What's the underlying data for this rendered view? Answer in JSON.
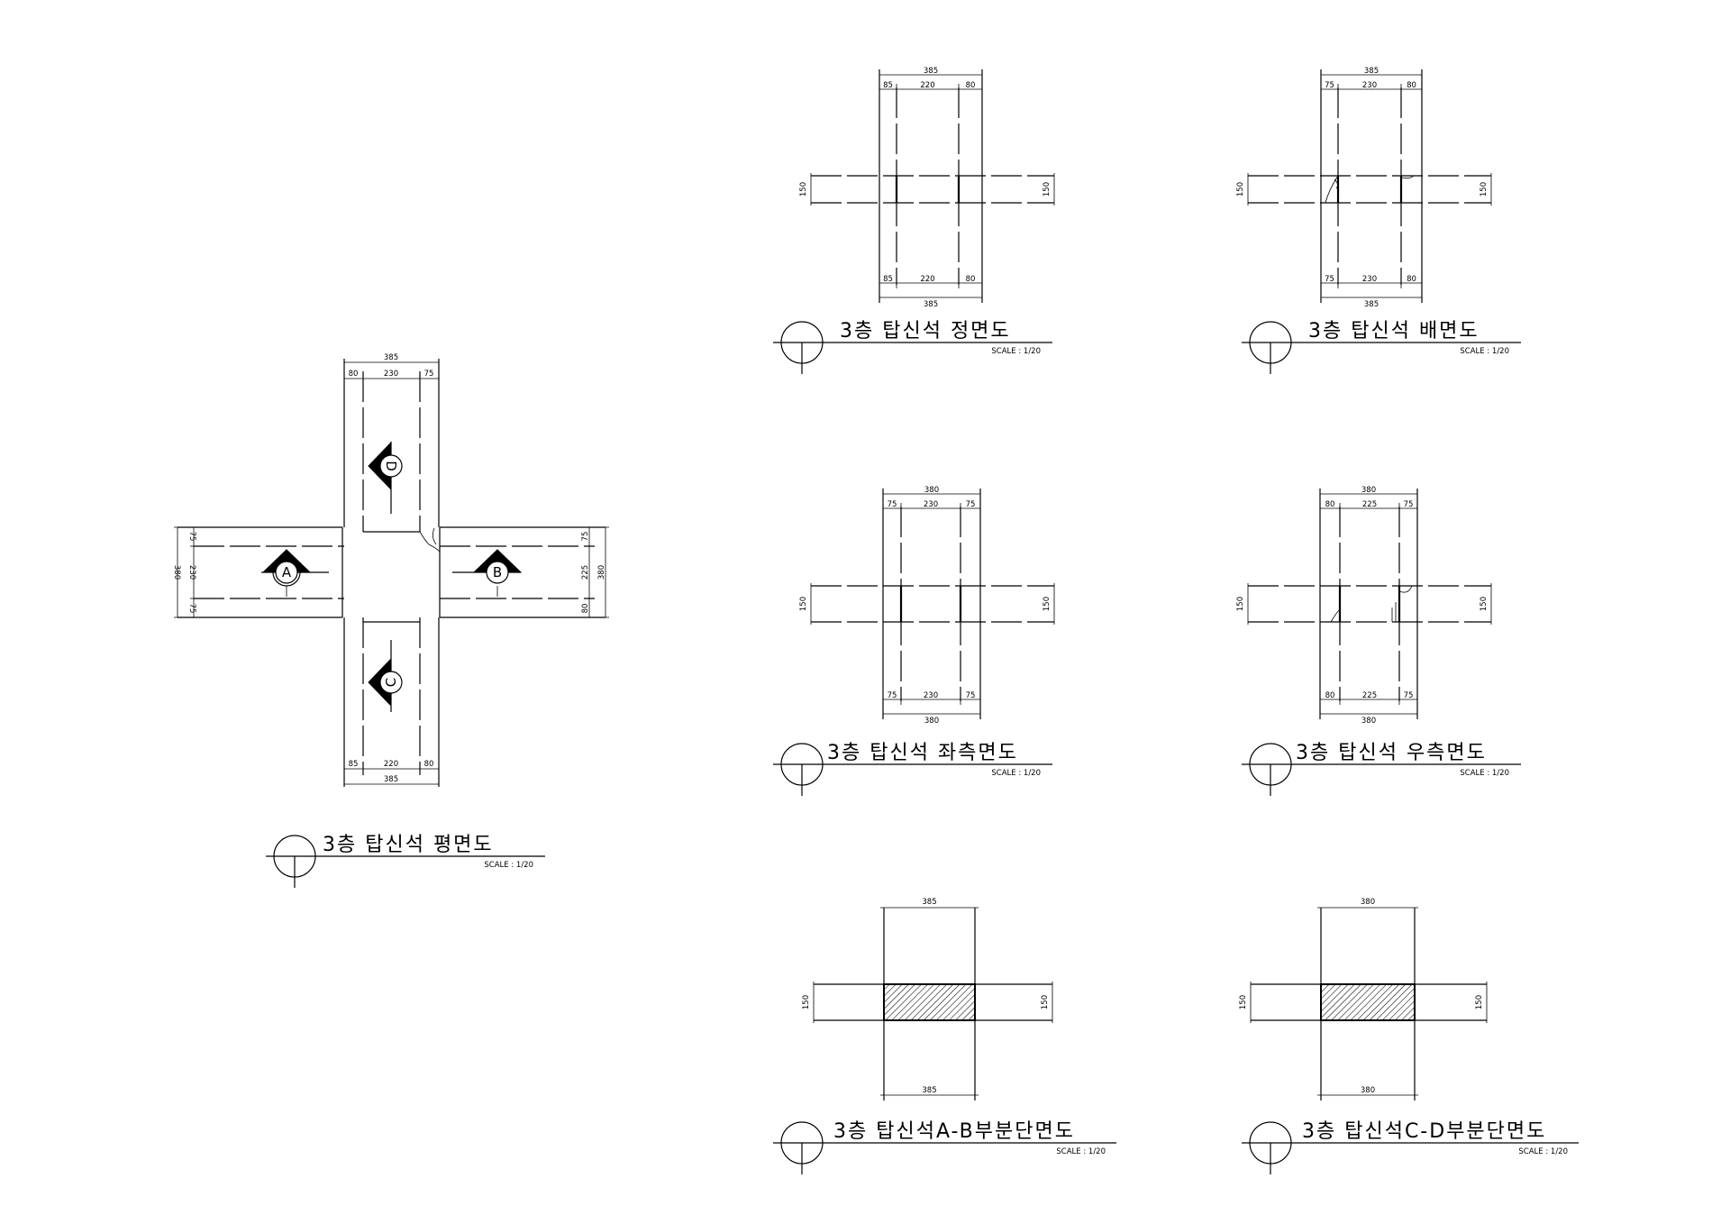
{
  "plan": {
    "title": "3층 탑신석 평면도",
    "scale": "SCALE : 1/20",
    "dims_top": [
      "385",
      "80",
      "230",
      "75"
    ],
    "dims_bottom": [
      "85",
      "220",
      "80",
      "385"
    ],
    "dims_left": [
      "380",
      "75",
      "230",
      "75"
    ],
    "dims_right": [
      "75",
      "225",
      "80",
      "380"
    ],
    "markers": [
      "A",
      "B",
      "C",
      "D"
    ]
  },
  "views": [
    {
      "title": "3층 탑신석 정면도",
      "scale": "SCALE : 1/20",
      "top_total": "385",
      "top_parts": [
        "85",
        "220",
        "80"
      ],
      "bottom_parts": [
        "85",
        "220",
        "80"
      ],
      "bottom_total": "385",
      "height_left": "150",
      "height_right": "150"
    },
    {
      "title": "3층 탑신석 배면도",
      "scale": "SCALE : 1/20",
      "top_total": "385",
      "top_parts": [
        "75",
        "230",
        "80"
      ],
      "bottom_parts": [
        "75",
        "230",
        "80"
      ],
      "bottom_total": "385",
      "height_left": "150",
      "height_right": "150"
    },
    {
      "title": "3층 탑신석 좌측면도",
      "scale": "SCALE : 1/20",
      "top_total": "380",
      "top_parts": [
        "75",
        "230",
        "75"
      ],
      "bottom_parts": [
        "75",
        "230",
        "75"
      ],
      "bottom_total": "380",
      "height_left": "150",
      "height_right": "150"
    },
    {
      "title": "3층 탑신석 우측면도",
      "scale": "SCALE : 1/20",
      "top_total": "380",
      "top_parts": [
        "80",
        "225",
        "75"
      ],
      "bottom_parts": [
        "80",
        "225",
        "75"
      ],
      "bottom_total": "380",
      "height_left": "150",
      "height_right": "150"
    }
  ],
  "sections": [
    {
      "title": "3층 탑신석A-B부분단면도",
      "scale": "SCALE : 1/20",
      "top_total": "385",
      "bottom_total": "385",
      "height_left": "150",
      "height_right": "150"
    },
    {
      "title": "3층 탑신석C-D부분단면도",
      "scale": "SCALE : 1/20",
      "top_total": "380",
      "bottom_total": "380",
      "height_left": "150",
      "height_right": "150"
    }
  ]
}
